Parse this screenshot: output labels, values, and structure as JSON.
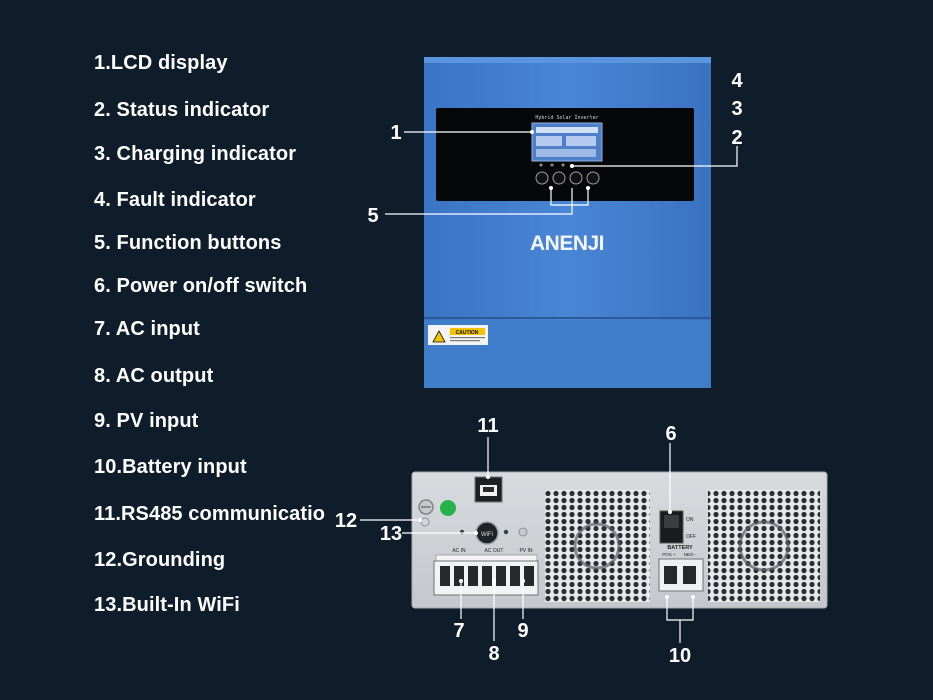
{
  "legend": {
    "items": [
      {
        "label": "1.LCD display"
      },
      {
        "label": "2. Status indicator"
      },
      {
        "label": "3. Charging indicator"
      },
      {
        "label": "4. Fault indicator"
      },
      {
        "label": "5. Function buttons"
      },
      {
        "label": "6. Power on/off switch"
      },
      {
        "label": "7. AC input"
      },
      {
        "label": "8. AC output"
      },
      {
        "label": "9. PV input"
      },
      {
        "label": "10.Battery input"
      },
      {
        "label": "11.RS485 communicatio"
      },
      {
        "label": "12.Grounding"
      },
      {
        "label": "13.Built-In WiFi"
      }
    ]
  },
  "front": {
    "display_title": "Hybrid Solar Inverter",
    "brand": "ANENJI",
    "caution": "CAUTION"
  },
  "bottom": {
    "wifi_label": "WiFi",
    "ac_in": "AC IN",
    "ac_out": "AC OUT",
    "pv_in": "PV IN",
    "switch_on": "ON",
    "switch_off": "OFF",
    "battery": "BATTERY",
    "pos": "POS +",
    "neg": "NEG -"
  },
  "callouts": {
    "c1": "1",
    "c2": "2",
    "c3": "3",
    "c4": "4",
    "c5": "5",
    "c6": "6",
    "c7": "7",
    "c8": "8",
    "c9": "9",
    "c10": "10",
    "c11": "11",
    "c12": "12",
    "c13": "13"
  },
  "colors": {
    "background": "#0f1d2b",
    "inverter_blue": "#3f7fd0",
    "text": "#ffffff"
  }
}
